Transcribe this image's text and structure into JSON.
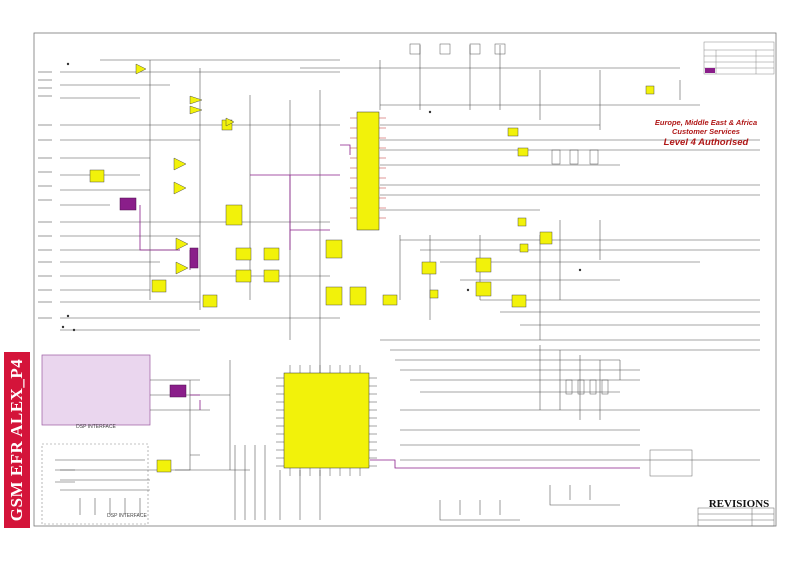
{
  "sheet": {
    "side_banner": "GSM EFR ALEX_P4",
    "authorisation": {
      "line1": "Europe, Middle East & Africa",
      "line2": "Customer Services",
      "line3": "Level 4 Authorised"
    },
    "interfaces": {
      "upper_box": "DSP INTERFACE",
      "lower_box": "DSP INTERFACE"
    },
    "revisions_label": "REVISIONS",
    "colors": {
      "banner": "#d4143a",
      "auth_text": "#b01818",
      "component_fill": "#f2f20a",
      "interface_fill": "#ead6ee",
      "net_purple": "#8a1e8a",
      "wire": "#4a4a4a"
    }
  }
}
